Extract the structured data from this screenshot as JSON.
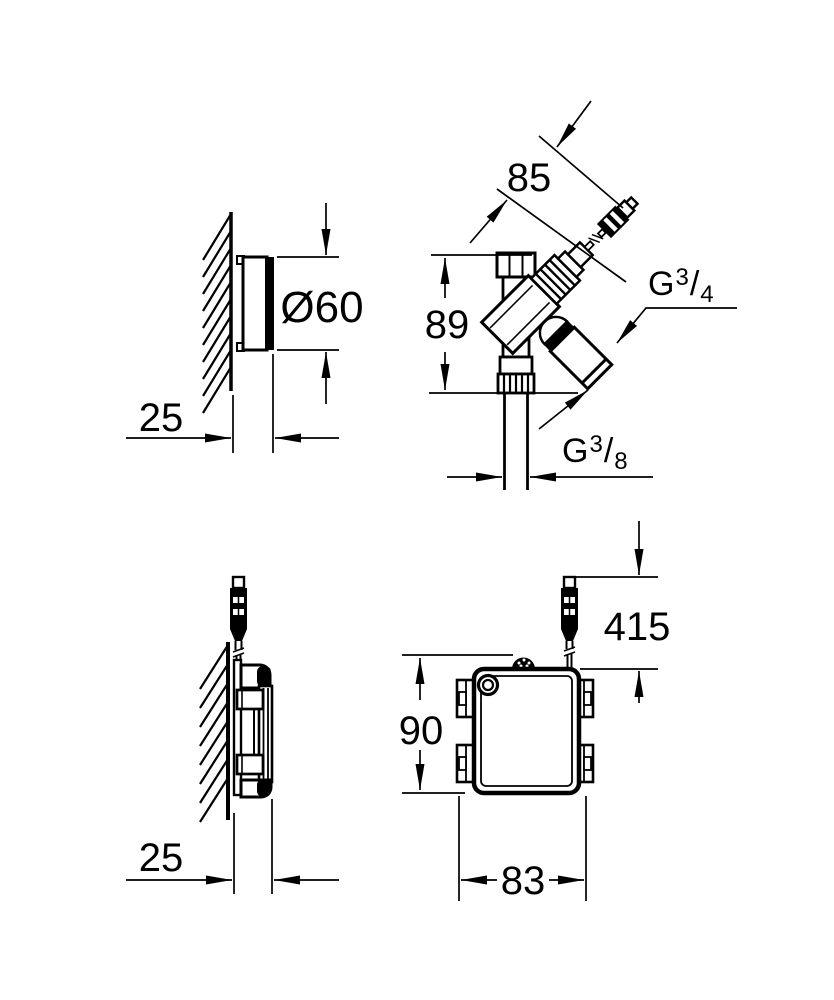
{
  "drawing": {
    "kind": "technical installation dimension drawing",
    "ink": "#000000",
    "background": "#ffffff"
  },
  "views": {
    "escutcheon_side": {
      "dims": {
        "diameter": "Ø60",
        "depth": "25"
      }
    },
    "valve": {
      "dims": {
        "diagonal_length": "85",
        "height": "89"
      },
      "outlet_thread": {
        "letter": "G",
        "numerator": "3",
        "slash": "/",
        "denominator": "4"
      },
      "inlet_thread": {
        "letter": "G",
        "numerator": "3",
        "slash": "/",
        "denominator": "8"
      }
    },
    "control_box_side": {
      "dims": {
        "depth": "25"
      }
    },
    "control_box_front": {
      "dims": {
        "cable_length": "415",
        "height": "90",
        "width": "83"
      }
    }
  }
}
